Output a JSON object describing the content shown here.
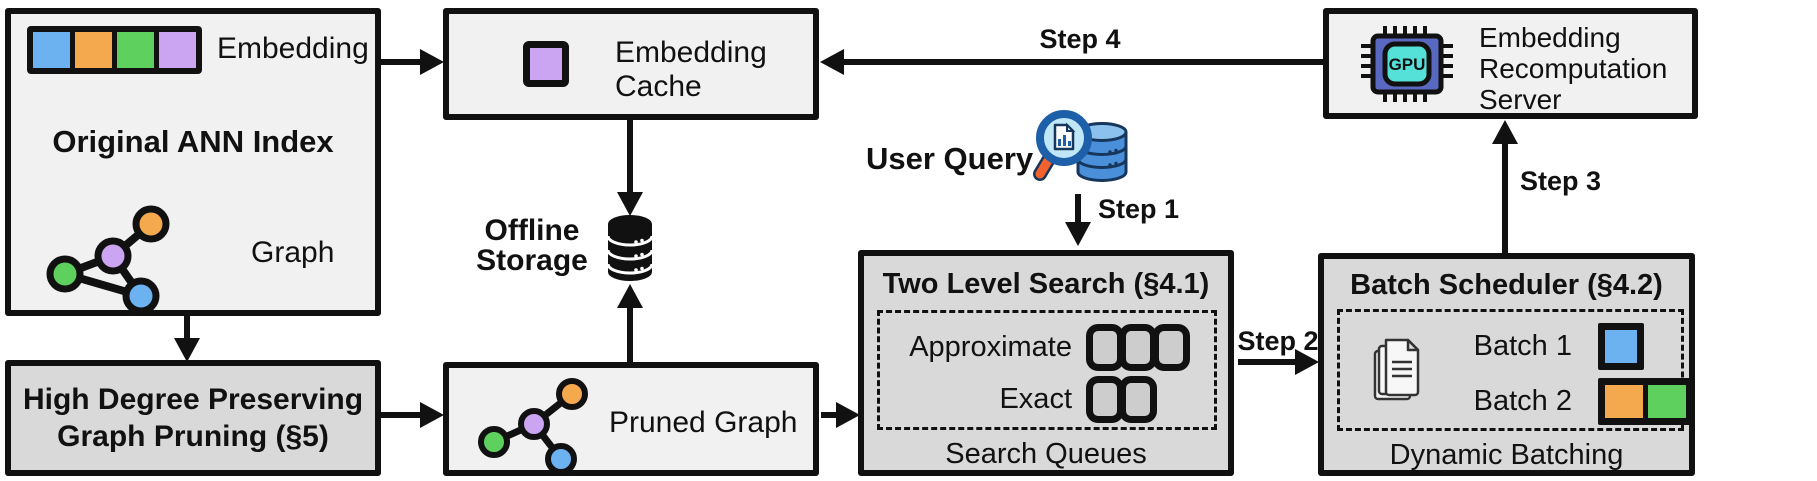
{
  "colors": {
    "box_light": "#f1f1f1",
    "box_gray": "#d9d9d9",
    "queue_fill": "#cdcdcd",
    "black": "#111111",
    "blue": "#6cb1f0",
    "orange": "#f5a94f",
    "green": "#5dd05d",
    "purple": "#cba4f2",
    "gpu_chip": "#5968c0",
    "gpu_core": "#55e0d8",
    "db_blue": "#4a8fd9",
    "db_blue_light": "#8cc1ee",
    "db_outline": "#16365c",
    "magnifier_rim": "#1d5fa8",
    "magnifier_lens": "#bfe7f7",
    "handle_orange": "#f2622e",
    "page_fill": "#f7f7f7"
  },
  "ann_index": {
    "embedding_label": "Embedding",
    "embedding_cells": [
      "blue",
      "orange",
      "green",
      "purple"
    ],
    "title": "Original ANN Index",
    "graph_label": "Graph"
  },
  "high_degree": {
    "title": "High Degree Preserving\nGraph Pruning (§5)"
  },
  "cache": {
    "title": "Embedding\nCache"
  },
  "offline_storage": {
    "label": "Offline\nStorage"
  },
  "pruned": {
    "label": "Pruned Graph"
  },
  "user_query": {
    "label": "User Query"
  },
  "steps": {
    "s1": "Step 1",
    "s2": "Step 2",
    "s3": "Step 3",
    "s4": "Step 4"
  },
  "two_level": {
    "title": "Two Level Search (§4.1)",
    "approximate_label": "Approximate",
    "approximate_queue_count": 3,
    "exact_label": "Exact",
    "exact_queue_count": 2,
    "footer": "Search Queues"
  },
  "batch": {
    "title": "Batch Scheduler (§4.2)",
    "batch1_label": "Batch 1",
    "batch1_cells": [
      "blue"
    ],
    "batch2_label": "Batch 2",
    "batch2_cells": [
      "orange",
      "green"
    ],
    "footer": "Dynamic Batching"
  },
  "server": {
    "title": "Embedding\nRecomputation\nServer",
    "gpu_label": "GPU"
  }
}
